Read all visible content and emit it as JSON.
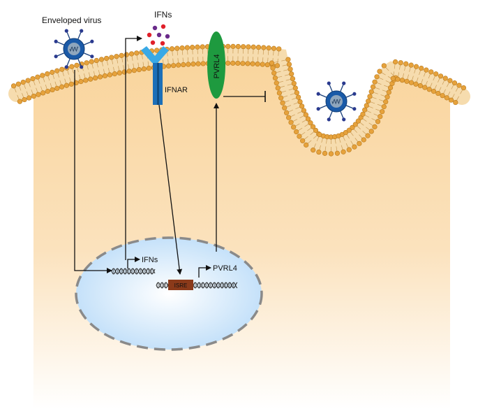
{
  "labels": {
    "enveloped_virus": "Enveloped virus",
    "ifns_top": "IFNs",
    "ifnar": "IFNAR",
    "pvrl4_membrane": "PVRL4",
    "ifns_gene": "IFNs",
    "isre": "ISRE",
    "pvrl4_gene": "PVRL4",
    "virus_core": "vRNA"
  },
  "colors": {
    "cytoplasm_top": "#f9d49b",
    "cytoplasm_bottom": "#ffffff",
    "membrane_band": "#f6dcae",
    "lipid_head": "#e6a23c",
    "lipid_head_stroke": "#b8791c",
    "nucleus_fill": "#cfe6fb",
    "nucleus_border": "#8a8a8a",
    "pvrl4_protein": "#1e9a3f",
    "ifnar_receptor": "#1c6fb8",
    "ifnar_cup": "#39a9e6",
    "isre_box": "#8b3a1a",
    "virus_body": "#1a5aa8",
    "virus_core": "#8fa6bd",
    "ifn_dot_purple": "#6a2a8a",
    "ifn_dot_red": "#e0202a",
    "dna": "#222222",
    "arrow": "#111111"
  }
}
